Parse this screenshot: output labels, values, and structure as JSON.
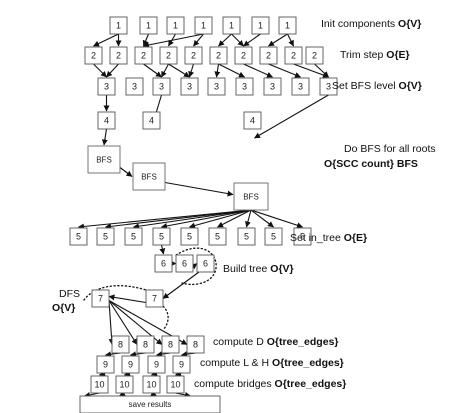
{
  "rows": {
    "init": [
      "1",
      "1",
      "1",
      "1",
      "1",
      "1",
      "1"
    ],
    "trim": [
      "2",
      "2",
      "2",
      "2",
      "2",
      "2",
      "2",
      "2",
      "2",
      "2"
    ],
    "level": [
      "3",
      "3",
      "3",
      "3",
      "3",
      "3",
      "3",
      "3",
      "3"
    ],
    "four": [
      "4",
      "4",
      "4"
    ],
    "bfs": [
      "BFS",
      "BFS",
      "BFS"
    ],
    "five": [
      "5",
      "5",
      "5",
      "5",
      "5",
      "5",
      "5",
      "5",
      "5"
    ],
    "six": [
      "6",
      "6",
      "6"
    ],
    "seven": [
      "7",
      "7"
    ],
    "eight": [
      "8",
      "8",
      "8",
      "8"
    ],
    "nine": [
      "9",
      "9",
      "9",
      "9"
    ],
    "ten": [
      "10",
      "10",
      "10",
      "10"
    ]
  },
  "labels": {
    "init": {
      "text": "Init components ",
      "bold": "O{V}"
    },
    "trim": {
      "text": "Trim step ",
      "bold": "O{E}"
    },
    "level": {
      "text": "Set BFS level ",
      "bold": "O{V}"
    },
    "bfs_line1": {
      "text": "Do BFS for all roots",
      "bold": ""
    },
    "bfs_line2": {
      "text": "",
      "bold": "O{SCC count} BFS"
    },
    "intree": {
      "text": "Set in_tree ",
      "bold": "O{E}"
    },
    "build": {
      "text": "Build tree ",
      "bold": "O{V}"
    },
    "dfs_line1": {
      "text": "DFS",
      "bold": ""
    },
    "dfs_line2": {
      "text": "",
      "bold": "O{V}"
    },
    "computeD": {
      "text": "compute D ",
      "bold": "O{tree_edges}"
    },
    "computeLH": {
      "text": "compute L & H ",
      "bold": "O{tree_edges}"
    },
    "bridges": {
      "text": "compute bridges ",
      "bold": "O{tree_edges}"
    }
  },
  "save_label": "save results"
}
